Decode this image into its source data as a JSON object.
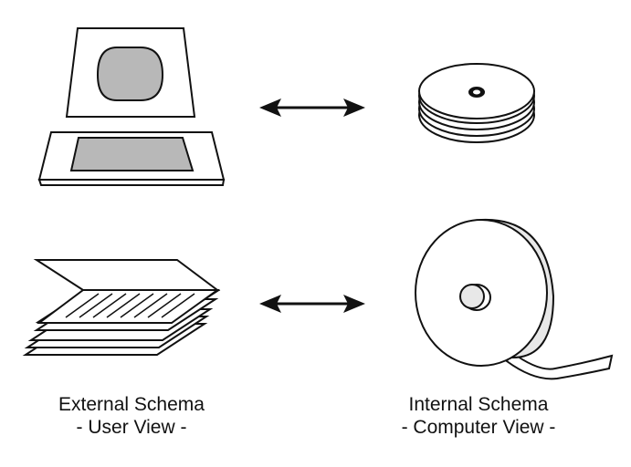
{
  "diagram": {
    "title": "Database schema views",
    "colors": {
      "stroke": "#111111",
      "fill_white": "#ffffff",
      "fill_gray": "#b8b8b8",
      "fill_light": "#e8e8e8"
    },
    "nodes": [
      {
        "id": "terminal",
        "icon": "computer-terminal-icon"
      },
      {
        "id": "disk-stack",
        "icon": "disk-pack-icon"
      },
      {
        "id": "paper-stack",
        "icon": "fanfold-paper-icon"
      },
      {
        "id": "tape-reel",
        "icon": "tape-reel-icon"
      }
    ],
    "edges": [
      {
        "from": "terminal",
        "to": "disk-stack",
        "type": "bidirectional-arrow"
      },
      {
        "from": "paper-stack",
        "to": "tape-reel",
        "type": "bidirectional-arrow"
      }
    ],
    "labels": {
      "external": {
        "title": "External Schema",
        "subtitle": "- User View -"
      },
      "internal": {
        "title": "Internal Schema",
        "subtitle": "- Computer View -"
      }
    }
  }
}
